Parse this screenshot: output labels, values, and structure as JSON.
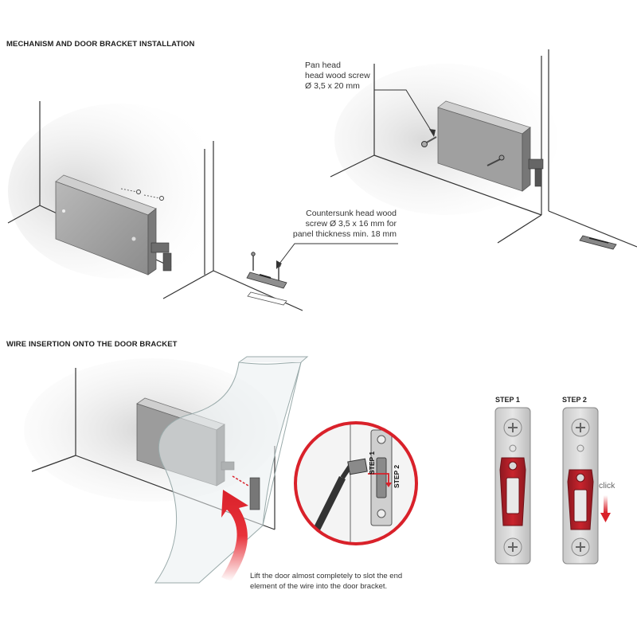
{
  "sections": {
    "installation_title": "MECHANISM AND DOOR BRACKET INSTALLATION",
    "wire_title": "WIRE INSERTION ONTO THE DOOR BRACKET"
  },
  "callouts": {
    "pan_head": [
      "Pan head",
      "head wood screw",
      "Ø 3,5 x 20 mm"
    ],
    "countersunk": [
      "Countersunk head wood",
      "screw Ø 3,5 x 16 mm for",
      "panel thickness min. 18 mm"
    ]
  },
  "steps": {
    "step1": "STEP 1",
    "step2": "STEP 2",
    "click": "click"
  },
  "caption": [
    "Lift the door almost completely to slot the end",
    "element of the wire into the door bracket."
  ],
  "colors": {
    "accent_red": "#d9212a",
    "bracket_red": "#b81f2a",
    "device_grey": "#9a9a9a"
  }
}
